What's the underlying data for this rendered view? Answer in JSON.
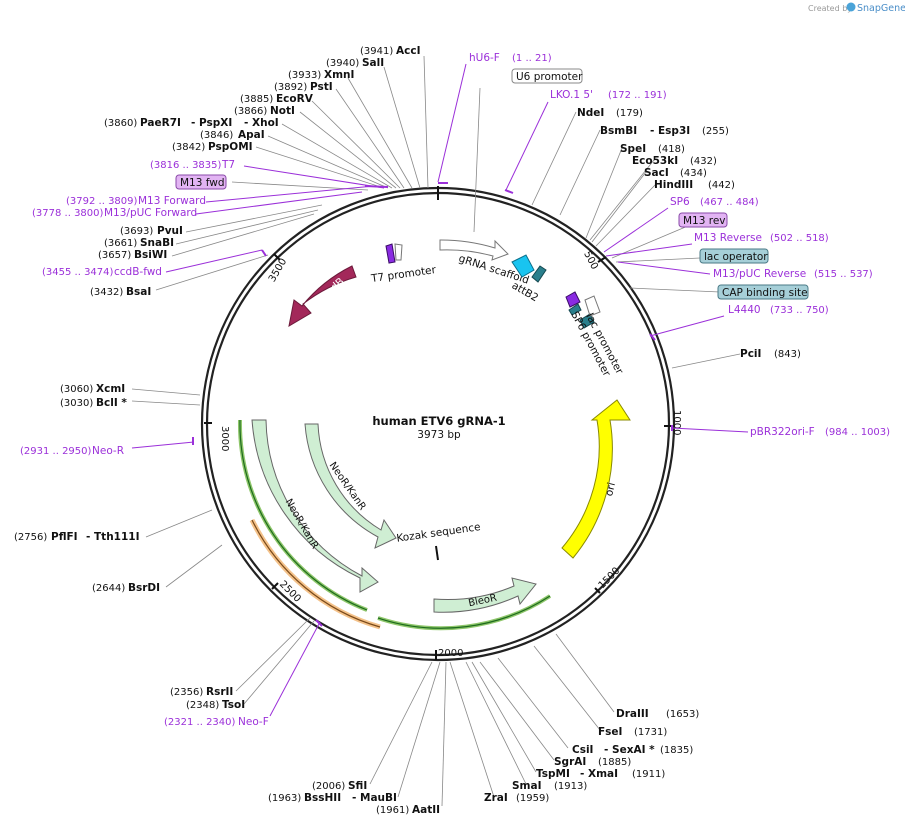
{
  "credit": "Created by",
  "brand": "SnapGene",
  "title": "human ETV6 gRNA-1",
  "length": "3973 bp",
  "colors": {
    "primer": "#9b30d9",
    "neo": "#cfeed3",
    "ori": "#ffff00",
    "ccdb": "#a3285a",
    "cyan": "#19c4f0",
    "teal": "#2a7f8c",
    "purple": "#8a2be2"
  },
  "ticks": [
    "500",
    "1000",
    "1500",
    "2000",
    "2500",
    "3000",
    "3500"
  ],
  "enzymes_left": [
    {
      "name": "AccI",
      "pos": "(3941)"
    },
    {
      "name": "SalI",
      "pos": "(3940)"
    },
    {
      "name": "XmnI",
      "pos": "(3933)"
    },
    {
      "name": "PstI",
      "pos": "(3892)"
    },
    {
      "name": "EcoRV",
      "pos": "(3885)"
    },
    {
      "name": "NotI",
      "pos": "(3866)"
    },
    {
      "name": "PaeR7I",
      "pos": "(3860)",
      "name2": "- PspXI",
      "name3": "- XhoI"
    },
    {
      "name": "ApaI",
      "pos": "(3846)"
    },
    {
      "name": "PspOMI",
      "pos": "(3842)"
    },
    {
      "name": "PvuI",
      "pos": "(3693)"
    },
    {
      "name": "SnaBI",
      "pos": "(3661)"
    },
    {
      "name": "BsiWI",
      "pos": "(3657)"
    },
    {
      "name": "BsaI",
      "pos": "(3432)"
    },
    {
      "name": "XcmI",
      "pos": "(3060)"
    },
    {
      "name": "BclI *",
      "pos": "(3030)"
    },
    {
      "name": "PflFI",
      "pos": "(2756)",
      "name2": "- Tth111I"
    },
    {
      "name": "BsrDI",
      "pos": "(2644)"
    },
    {
      "name": "RsrII",
      "pos": "(2356)"
    },
    {
      "name": "TsoI",
      "pos": "(2348)"
    },
    {
      "name": "SfiI",
      "pos": "(2006)"
    },
    {
      "name": "BssHII",
      "pos": "(1963)",
      "name2": "- MauBI"
    },
    {
      "name": "AatII",
      "pos": "(1961)"
    }
  ],
  "enzymes_right": [
    {
      "name": "NdeI",
      "pos": "(179)"
    },
    {
      "name": "BsmBI",
      "name2": "- Esp3I",
      "pos": "(255)"
    },
    {
      "name": "SpeI",
      "pos": "(418)"
    },
    {
      "name": "Eco53kI",
      "pos": "(432)"
    },
    {
      "name": "SacI",
      "pos": "(434)"
    },
    {
      "name": "HindIII",
      "pos": "(442)"
    },
    {
      "name": "PciI",
      "pos": "(843)"
    },
    {
      "name": "DraIII",
      "pos": "(1653)"
    },
    {
      "name": "FseI",
      "pos": "(1731)"
    },
    {
      "name": "CsiI",
      "name2": "- SexAI *",
      "pos": "(1835)"
    },
    {
      "name": "SgrAI",
      "pos": "(1885)"
    },
    {
      "name": "TspMI",
      "name2": "- XmaI",
      "pos": "(1911)"
    },
    {
      "name": "SmaI",
      "pos": "(1913)"
    },
    {
      "name": "ZraI",
      "pos": "(1959)"
    }
  ],
  "primers": [
    {
      "name": "hU6-F",
      "range": "(1 .. 21)"
    },
    {
      "name": "LKO.1 5'",
      "range": "(172 .. 191)"
    },
    {
      "name": "SP6",
      "range": "(467 .. 484)"
    },
    {
      "name": "M13 Reverse",
      "range": "(502 .. 518)"
    },
    {
      "name": "M13/pUC Reverse",
      "range": "(515 .. 537)"
    },
    {
      "name": "L4440",
      "range": "(733 .. 750)"
    },
    {
      "name": "pBR322ori-F",
      "range": "(984 .. 1003)"
    },
    {
      "name": "T7",
      "range": "(3816 .. 3835)"
    },
    {
      "name": "M13 Forward",
      "range": "(3792 .. 3809)"
    },
    {
      "name": "M13/pUC Forward",
      "range": "(3778 .. 3800)"
    },
    {
      "name": "ccdB-fwd",
      "range": "(3455 .. 3474)"
    },
    {
      "name": "Neo-R",
      "range": "(2931 .. 2950)"
    },
    {
      "name": "Neo-F",
      "range": "(2321 .. 2340)"
    }
  ],
  "boxed": {
    "u6": "U6 promoter",
    "m13fwd": "M13 fwd",
    "m13rev": "M13 rev",
    "lacop": "lac operator",
    "cap": "CAP binding site"
  },
  "features": {
    "t7": "T7 promoter",
    "grna": "gRNA scaffold",
    "attb2": "attB2",
    "sp6": "SP6 promoter",
    "lac": "lac promoter",
    "ccdb": "ccdB",
    "ori": "ori",
    "neo1": "NeoR/KanR",
    "neo2": "NeoR/KanR",
    "kozak": "Kozak sequence",
    "bleo": "BleoR"
  }
}
